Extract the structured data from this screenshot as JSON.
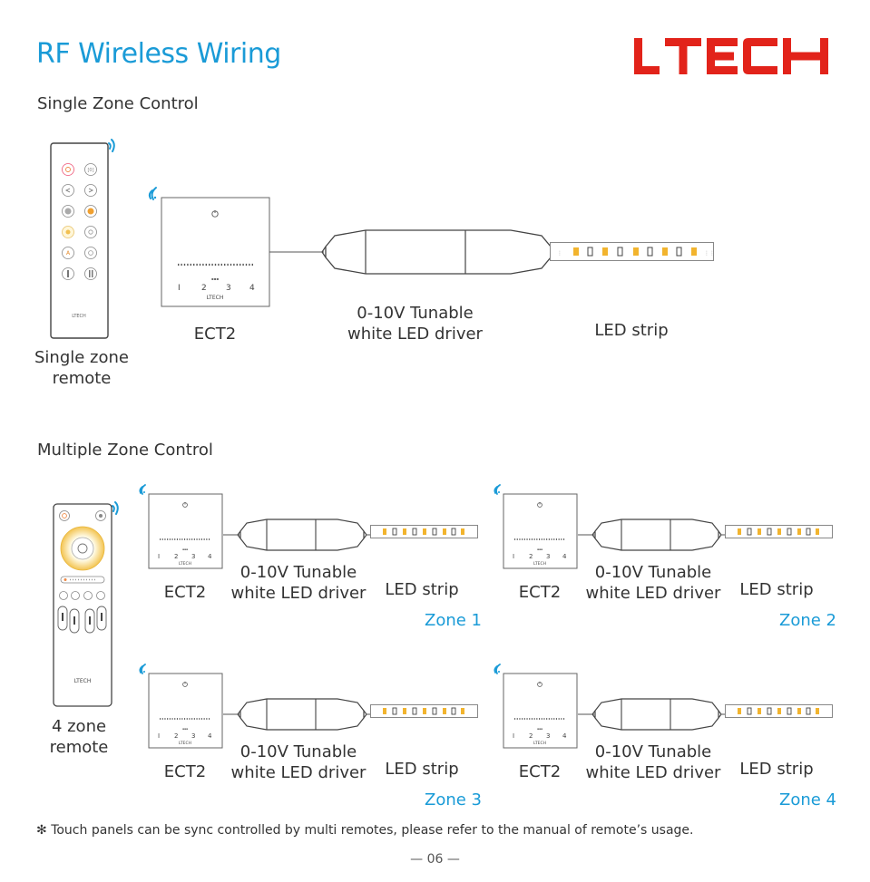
{
  "header": {
    "title": "RF Wireless Wiring",
    "logo_text": "LTECH"
  },
  "single_zone": {
    "heading": "Single Zone Control",
    "remote_label_line1": "Single zone",
    "remote_label_line2": "remote",
    "panel_label": "ECT2",
    "driver_label_line1": "0-10V Tunable",
    "driver_label_line2": "white LED driver",
    "strip_label": "LED strip"
  },
  "multi_zone": {
    "heading": "Multiple Zone Control",
    "remote_label_line1": "4 zone",
    "remote_label_line2": "remote",
    "zones": [
      {
        "panel_label": "ECT2",
        "driver_label_line1": "0-10V Tunable",
        "driver_label_line2": "white LED driver",
        "strip_label": "LED strip",
        "zone_label": "Zone 1"
      },
      {
        "panel_label": "ECT2",
        "driver_label_line1": "0-10V Tunable",
        "driver_label_line2": "white LED driver",
        "strip_label": "LED strip",
        "zone_label": "Zone 2"
      },
      {
        "panel_label": "ECT2",
        "driver_label_line1": "0-10V Tunable",
        "driver_label_line2": "white LED driver",
        "strip_label": "LED strip",
        "zone_label": "Zone 3"
      },
      {
        "panel_label": "ECT2",
        "driver_label_line1": "0-10V Tunable",
        "driver_label_line2": "white LED driver",
        "strip_label": "LED strip",
        "zone_label": "Zone 4"
      }
    ]
  },
  "panel_device": {
    "zone_numbers": [
      "1",
      "2",
      "3",
      "4"
    ],
    "brand": "LTECH",
    "power_icon": "power-icon"
  },
  "footnote": "Touch panels can be sync controlled by multi remotes, please refer to the manual of remote’s usage.",
  "footnote_mark": "✻",
  "page_number": "— 06 —",
  "colors": {
    "accent_blue": "#1a9bd7",
    "logo_red": "#e2231a",
    "warm": "#f5a623",
    "cool": "#6ec6ea"
  }
}
